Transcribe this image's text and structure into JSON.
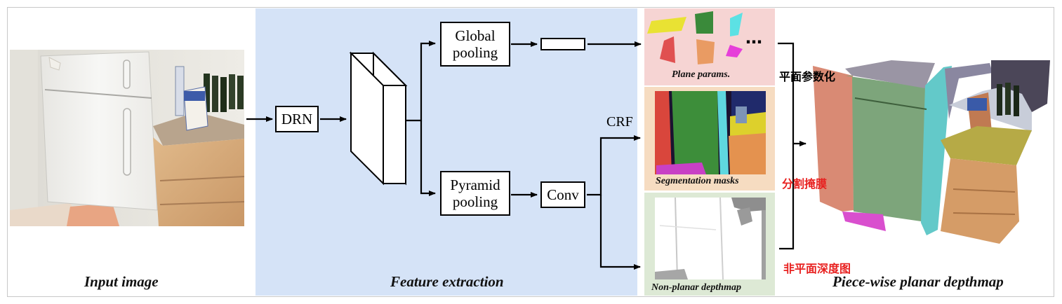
{
  "captions": {
    "input": "Input image",
    "feature": "Feature extraction",
    "plane_params": "Plane params.",
    "segmentation": "Segmentation masks",
    "non_planar": "Non-planar depthmap",
    "output": "Piece-wise planar depthmap"
  },
  "boxes": {
    "drn": "DRN",
    "global_line1": "Global",
    "global_line2": "pooling",
    "pyramid_line1": "Pyramid",
    "pyramid_line2": "pooling",
    "conv": "Conv"
  },
  "crf_label": "CRF",
  "ellipsis": "…",
  "chinese_labels": {
    "plane_params": "平面参数化",
    "segmentation": "分割掩膜",
    "non_planar": "非平面深度图"
  },
  "colors": {
    "feature_background": "#d5e3f7",
    "plane_panel": "#f6d4d3",
    "segmentation_panel": "#f6dcc1",
    "depth_panel": "#dde9d5",
    "chinese_black": "#000000",
    "chinese_red": "#e8201f"
  }
}
